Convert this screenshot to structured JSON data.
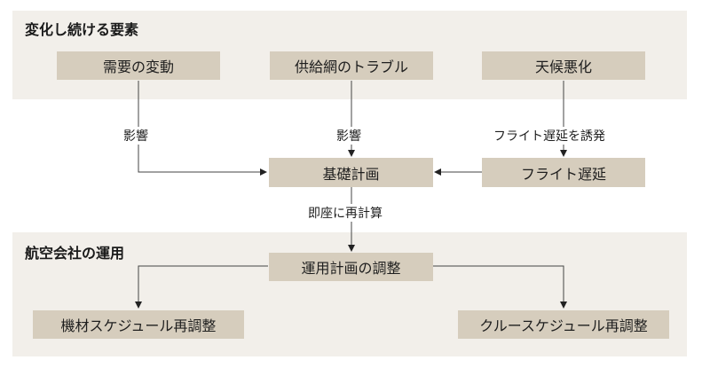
{
  "groups": {
    "variable_factors": "変化し続ける要素",
    "airline_operations": "航空会社の運用"
  },
  "nodes": {
    "demand": "需要の変動",
    "supply_chain": "供給網のトラブル",
    "weather": "天候悪化",
    "flight_delay": "フライト遅延",
    "base_plan": "基礎計画",
    "ops_plan_adjust": "運用計画の調整",
    "aircraft_schedule": "機材スケジュール再調整",
    "crew_schedule": "クルースケジュール再調整"
  },
  "edges": {
    "demand_to_plan": "影響",
    "supply_to_plan": "影響",
    "weather_to_delay": "フライト遅延を誘発",
    "plan_to_ops": "即座に再計算"
  }
}
